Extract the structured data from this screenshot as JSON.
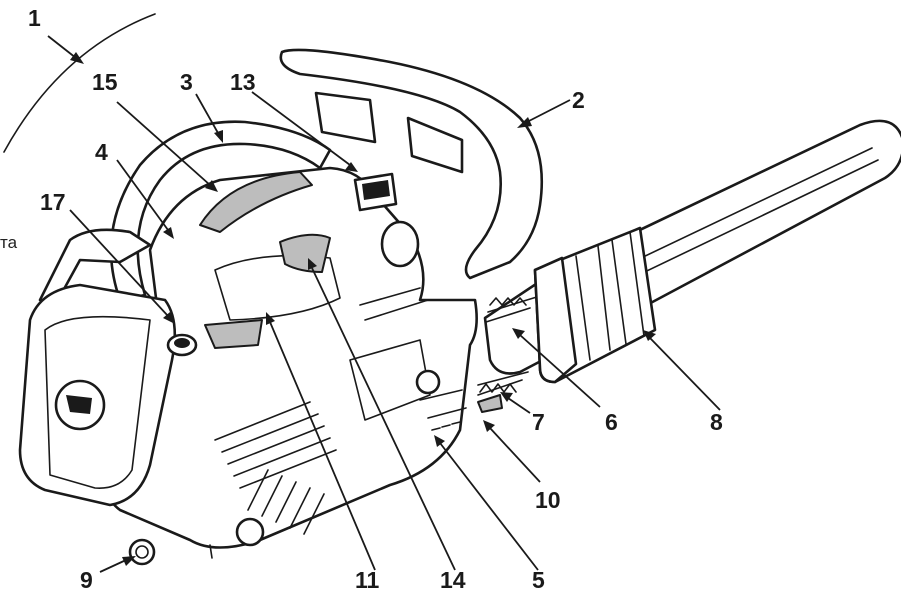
{
  "side_text": "та",
  "callouts": [
    {
      "id": "1",
      "label": "1"
    },
    {
      "id": "2",
      "label": "2"
    },
    {
      "id": "3",
      "label": "3"
    },
    {
      "id": "4",
      "label": "4"
    },
    {
      "id": "5",
      "label": "5"
    },
    {
      "id": "6",
      "label": "6"
    },
    {
      "id": "7",
      "label": "7"
    },
    {
      "id": "8",
      "label": "8"
    },
    {
      "id": "9",
      "label": "9"
    },
    {
      "id": "10",
      "label": "10"
    },
    {
      "id": "11",
      "label": "11"
    },
    {
      "id": "13",
      "label": "13"
    },
    {
      "id": "14",
      "label": "14"
    },
    {
      "id": "15",
      "label": "15"
    },
    {
      "id": "17",
      "label": "17"
    }
  ]
}
